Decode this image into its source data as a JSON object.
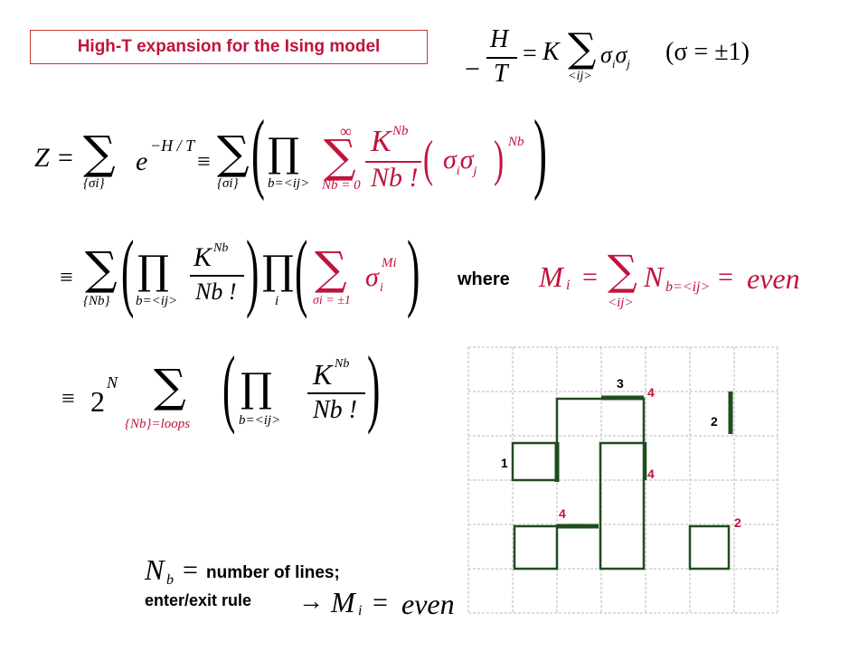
{
  "title": "High-T expansion for the Ising model",
  "hamiltonian": {
    "H": "H",
    "T": "T",
    "K": "K",
    "sum_sub": "<ij>",
    "spin_cond": "(σ = ±1)"
  },
  "eq1": {
    "Z": "Z",
    "sum_sub1": "{σi}",
    "exp": "−H / T",
    "sum_sub2": "{σi}",
    "prod_sub": "b=<ij>",
    "sum_sup": "∞",
    "sum_sub3": "Nb = 0",
    "frac_num": "K",
    "frac_num_sup": "Nb",
    "frac_den": "Nb !",
    "pow": "Nb"
  },
  "eq2": {
    "sum_sub": "{Nb}",
    "prod_sub": "b=<ij>",
    "frac_num": "K",
    "frac_num_sup": "Nb",
    "frac_den": "Nb !",
    "prod2_sub": "i",
    "sum2_sub": "σi = ±1",
    "spin_pow": "Mi"
  },
  "where_label": "where",
  "where_eq": {
    "lhs": "M",
    "lhs_sub": "i",
    "sum_sub": "<ij>",
    "term": "N",
    "term_sub": "b=<ij>",
    "rhs": "even"
  },
  "eq3": {
    "prefactor": "2",
    "prefactor_sup": "N",
    "sum_sub": "{Nb}=loops",
    "prod_sub": "b=<ij>",
    "frac_num": "K",
    "frac_num_sup": "Nb",
    "frac_den": "Nb !"
  },
  "lattice_labels": [
    {
      "text": "3",
      "color": "#000000"
    },
    {
      "text": "4",
      "color": "#c0143c"
    },
    {
      "text": "2",
      "color": "#000000"
    },
    {
      "text": "1",
      "color": "#000000"
    },
    {
      "text": "4",
      "color": "#c0143c"
    },
    {
      "text": "4",
      "color": "#c0143c"
    },
    {
      "text": "2",
      "color": "#c0143c"
    }
  ],
  "nb_symbol": "N",
  "nb_sub": "b",
  "nb_text": "number of lines;",
  "rule_text": "enter/exit rule",
  "rule_eq": {
    "lhs": "M",
    "lhs_sub": "i",
    "rhs": "even"
  },
  "colors": {
    "accent": "#c0143c",
    "lines": "#1e4d1e",
    "grid": "#d0d0d0"
  }
}
